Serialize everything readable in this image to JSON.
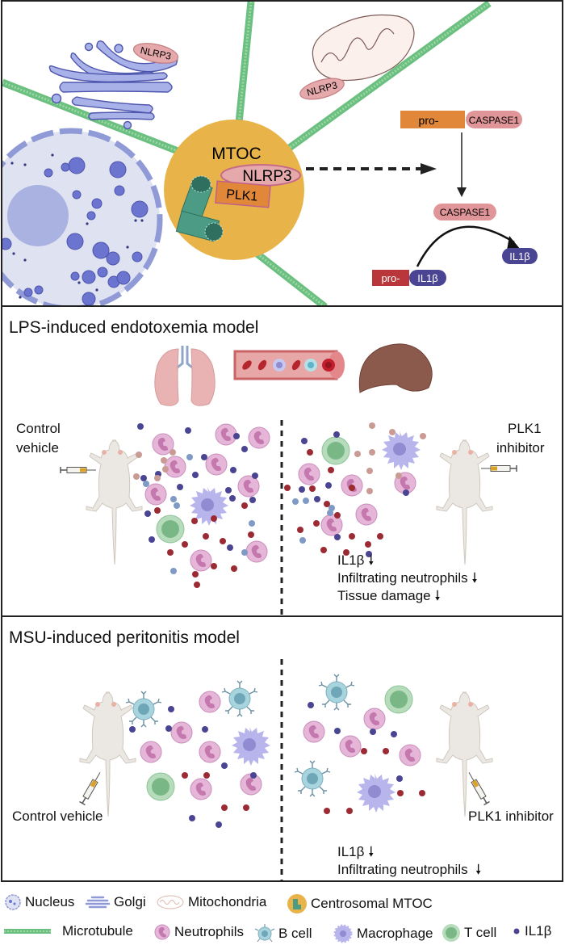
{
  "top_panel": {
    "golgi_nlrp3": "NLRP3",
    "mito_nlrp3": "NLRP3",
    "mtoc_title": "MTOC",
    "mtoc_nlrp3": "NLRP3",
    "mtoc_plk1": "PLK1",
    "pro_caspase_prefix": "pro-",
    "pro_caspase_name": "CASPASE1",
    "caspase1": "CASPASE1",
    "il1b": "IL1β",
    "pro_il1b_prefix": "pro-",
    "pro_il1b_name": "IL1β"
  },
  "lps_panel": {
    "title": "LPS-induced endotoxemia model",
    "control_label_line1": "Control",
    "control_label_line2": "vehicle",
    "inhibitor_label_line1": "PLK1",
    "inhibitor_label_line2": "inhibitor",
    "outcomes": [
      "IL1β",
      "Infiltrating neutrophils",
      "Tissue damage"
    ],
    "outcome_arrow": "down-arrow-icon"
  },
  "msu_panel": {
    "title": "MSU-induced peritonitis model",
    "control_label": "Control vehicle",
    "inhibitor_label": "PLK1 inhibitor",
    "outcomes": [
      "IL1β",
      "Infiltrating neutrophils"
    ],
    "outcome_arrow": "down-arrow-icon"
  },
  "legend": {
    "row1": [
      {
        "icon": "nucleus-icon",
        "label": "Nucleus"
      },
      {
        "icon": "golgi-icon",
        "label": "Golgi"
      },
      {
        "icon": "mitochondria-icon",
        "label": "Mitochondria"
      },
      {
        "icon": "centrosomal-mtoc-icon",
        "label": "Centrosomal MTOC"
      }
    ],
    "row2": [
      {
        "icon": "microtubule-icon",
        "label": "Microtubule"
      },
      {
        "icon": "neutrophil-icon",
        "label": "Neutrophils"
      },
      {
        "icon": "b-cell-icon",
        "label": "B cell"
      },
      {
        "icon": "macrophage-icon",
        "label": "Macrophage"
      },
      {
        "icon": "t-cell-icon",
        "label": "T cell"
      },
      {
        "icon": "il1b-dot-icon",
        "label": "IL1β"
      }
    ]
  },
  "colors": {
    "mtoc": "#e8b44a",
    "nlrp3": "#e5a9ab",
    "plk1": "#e0873a",
    "caspase": "#e09598",
    "il1b": "#4a4593",
    "pro_il1b": "#b9373a",
    "microtubule": "#6bbf7f",
    "nucleus": "#dfe2f1",
    "organelle": "#8f9ad6",
    "neutrophil": "#e6b6d9",
    "tcell": "#9fd0a6",
    "bcell": "#9dcbd6",
    "macrophage": "#b7b5ec"
  }
}
